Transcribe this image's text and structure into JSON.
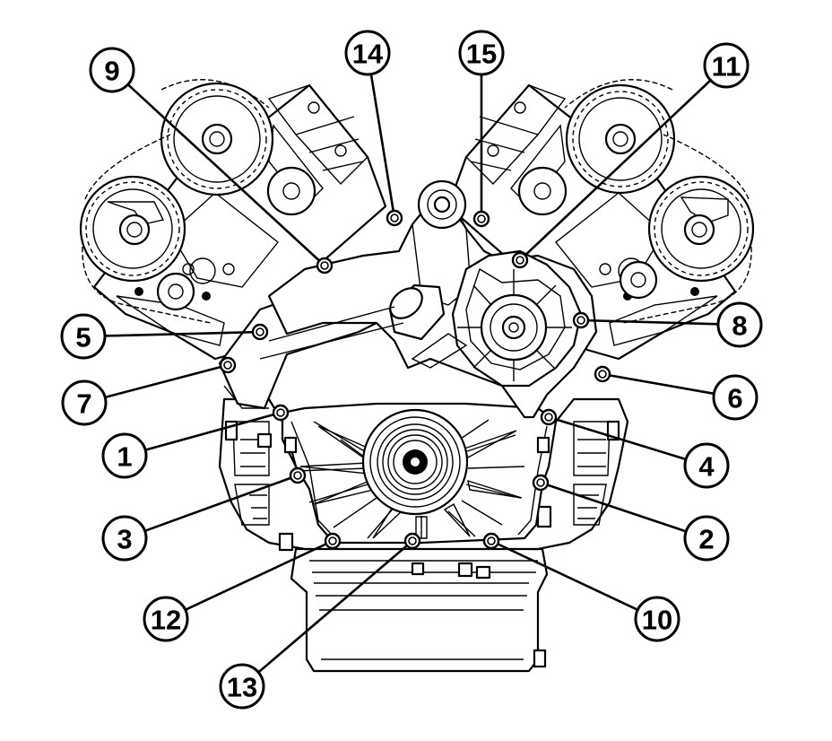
{
  "callouts": [
    {
      "label": "1",
      "bolt": "bolt-1"
    },
    {
      "label": "2",
      "bolt": "bolt-2"
    },
    {
      "label": "3",
      "bolt": "bolt-3"
    },
    {
      "label": "4",
      "bolt": "bolt-4"
    },
    {
      "label": "5",
      "bolt": "bolt-5"
    },
    {
      "label": "6",
      "bolt": "bolt-6"
    },
    {
      "label": "7",
      "bolt": "bolt-7"
    },
    {
      "label": "8",
      "bolt": "bolt-8"
    },
    {
      "label": "9",
      "bolt": "bolt-9"
    },
    {
      "label": "10",
      "bolt": "bolt-10"
    },
    {
      "label": "11",
      "bolt": "bolt-11"
    },
    {
      "label": "12",
      "bolt": "bolt-12"
    },
    {
      "label": "13",
      "bolt": "bolt-13"
    },
    {
      "label": "14",
      "bolt": "bolt-14"
    },
    {
      "label": "15",
      "bolt": "bolt-15"
    }
  ],
  "colors": {
    "line": "#000000",
    "background": "#ffffff"
  }
}
